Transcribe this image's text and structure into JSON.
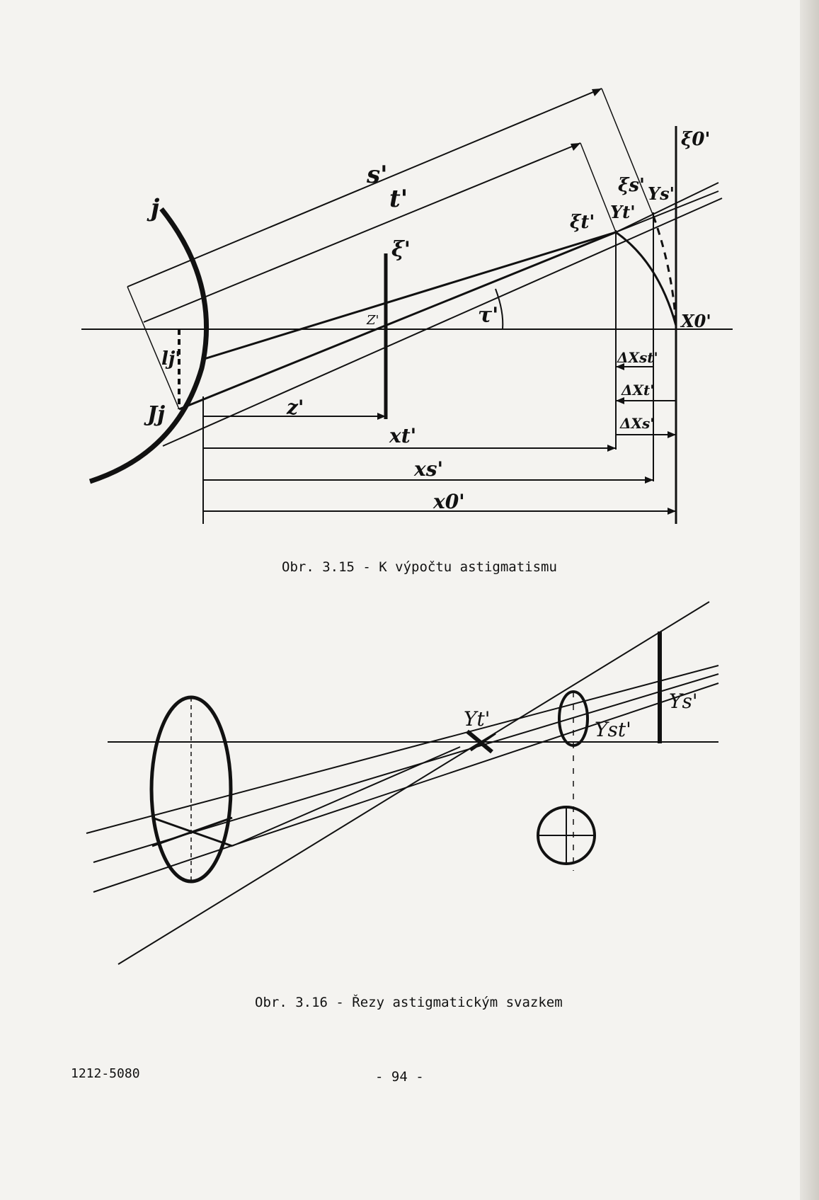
{
  "figure1": {
    "caption": "Obr. 3.15 - K výpočtu astigmatismu",
    "labels": {
      "j": "j",
      "Jj": "Jj",
      "lj": "lj'",
      "s": "s'",
      "t": "t'",
      "xi": "ξ'",
      "xi_t": "ξt'",
      "xi_s": "ξs'",
      "xi_0": "ξ0'",
      "Yt": "Yt'",
      "Ys": "Ys'",
      "X0": "X0'",
      "Z": "Z'",
      "tau": "τ'",
      "z": "z'",
      "xt": "xt'",
      "xs": "xs'",
      "x0": "x0'",
      "dXst": "ΔXst'",
      "dXt": "ΔXt'",
      "dXs": "ΔXs'"
    }
  },
  "figure2": {
    "caption": "Obr. 3.16 - Řezy astigmatickým svazkem",
    "labels": {
      "Yt": "Yt'",
      "Yst": "Yst'",
      "Ys": "Ys'"
    }
  },
  "footer": {
    "code": "1212-5080",
    "page": "- 94 -"
  }
}
